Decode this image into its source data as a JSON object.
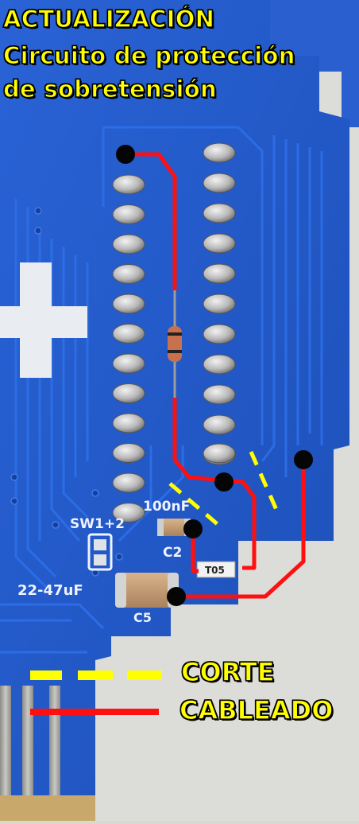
{
  "title": {
    "line1": "ACTUALIZACIÓN",
    "line2": "Circuito de protección",
    "line3": "de sobretensión"
  },
  "board_labels": {
    "cap_value": "100nF",
    "cap_ref": "C2",
    "switch": "SW1+2",
    "bulk_cap_value": "22-47uF",
    "bulk_cap_ref": "C5",
    "ic": "T05"
  },
  "legend": {
    "cut_label": "CORTE",
    "wire_label": "CABLEADO"
  },
  "colors": {
    "pcb_blue": "#1f57c8",
    "wire_red": "#ff1010",
    "cut_yellow": "#ffff00",
    "gold_finger": "#b89b5a"
  }
}
